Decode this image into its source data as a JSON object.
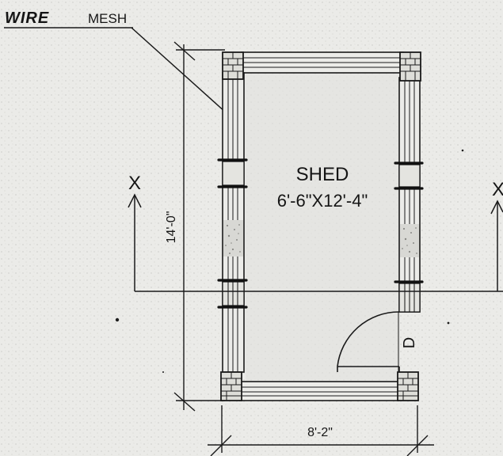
{
  "callout": {
    "handwritten": "WIRE",
    "printed": "MESH"
  },
  "room": {
    "name": "SHED",
    "dimensions": "6'-6\"X12'-4\""
  },
  "dimensions": {
    "height": "14'-0\"",
    "width": "8'-2\""
  },
  "section_marker": "X",
  "door_label": "D"
}
